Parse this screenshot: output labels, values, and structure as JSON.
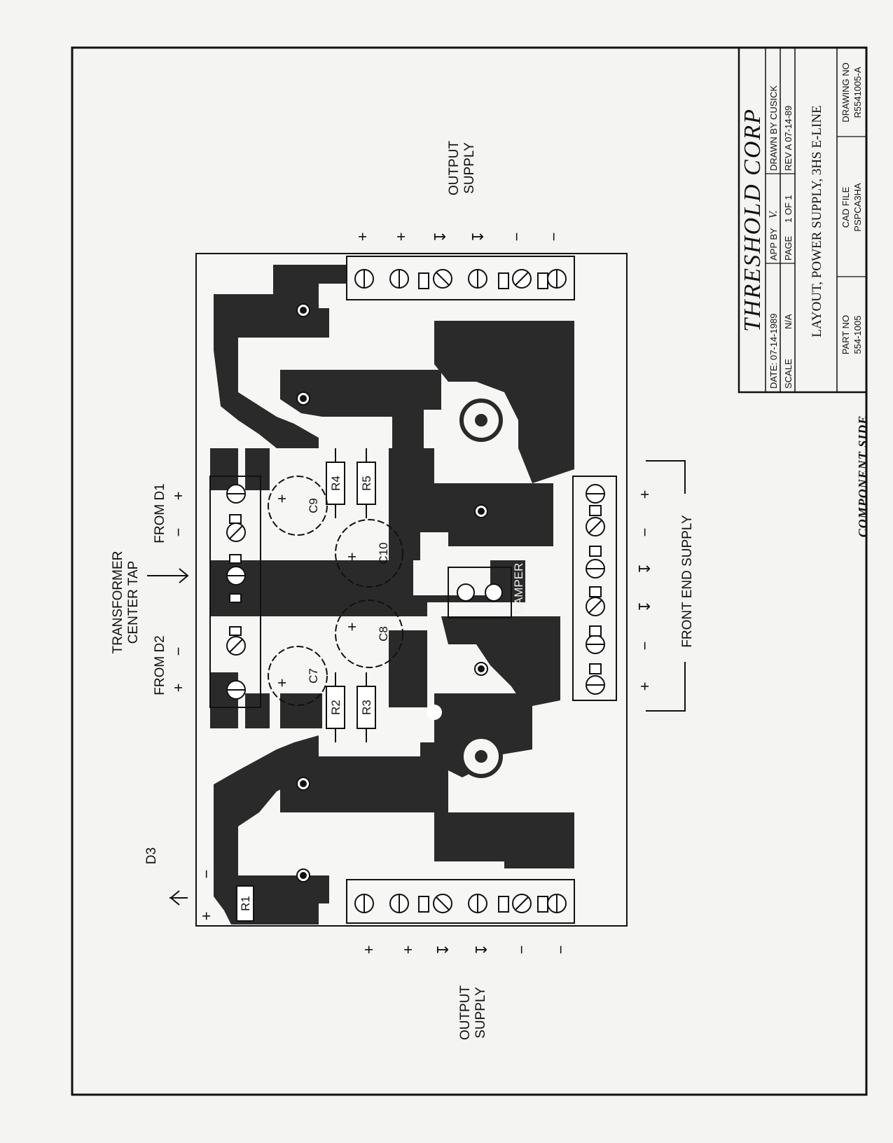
{
  "title_block": {
    "company": "THRESHOLD CORP",
    "date": "DATE: 07-14-1989",
    "app_by": "APP BY",
    "app_by_initials": "V.",
    "drawn_by": "DRAWN BY CUSICK",
    "scale": "SCALE",
    "scale_value": "N/A",
    "page": "PAGE",
    "page_value": "1 OF 1",
    "rev": "REV  A 07-14-89",
    "title": "LAYOUT, POWER SUPPLY, 3HS E-LINE",
    "part_no_label": "PART NO",
    "part_no": "554-1005",
    "cad_file_label": "CAD FILE",
    "cad_file": "PSPCA3HA",
    "drawing_no_label": "DRAWING NO",
    "drawing_no": "R5541005-A"
  },
  "side_label": "COMPONENT SIDE",
  "labels": {
    "output_supply_top_1": "OUTPUT",
    "output_supply_top_2": "SUPPLY",
    "output_supply_bottom_1": "OUTPUT",
    "output_supply_bottom_2": "SUPPLY",
    "transformer_1": "TRANSFORMER",
    "transformer_2": "CENTER TAP",
    "from_d1": "FROM D1",
    "from_d2": "FROM D2",
    "d3": "D3",
    "front_end_supply": "FRONT END SUPPLY",
    "damper": "DAMPER"
  },
  "symbols": {
    "plus": "+",
    "minus": "−",
    "ground": "↧"
  },
  "components": {
    "r1": "R1",
    "r2": "R2",
    "r3": "R3",
    "r4": "R4",
    "r5": "R5",
    "c7": "C7",
    "c8": "C8",
    "c9": "C9",
    "c10": "C10"
  },
  "colors": {
    "copper": "#2a2a2a",
    "paper": "#f4f4f2",
    "ink": "#111111"
  }
}
